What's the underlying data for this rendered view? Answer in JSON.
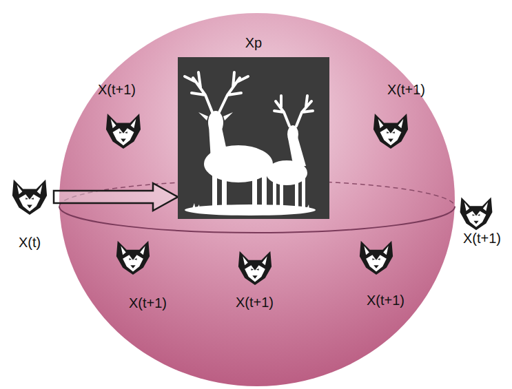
{
  "diagram": {
    "nodes": [
      {
        "text": [
          "X(t)"
        ]
      },
      {
        "text": [
          "Xp"
        ]
      }
    ],
    "edges": [
      {
        "from": 0,
        "to": 1,
        "arrow": "to"
      }
    ],
    "labels": [
      "X(t+1)",
      "X(t+1)",
      "X(t+1)",
      "X(t+1)",
      "X(t+1)",
      "X(t+1)"
    ]
  }
}
